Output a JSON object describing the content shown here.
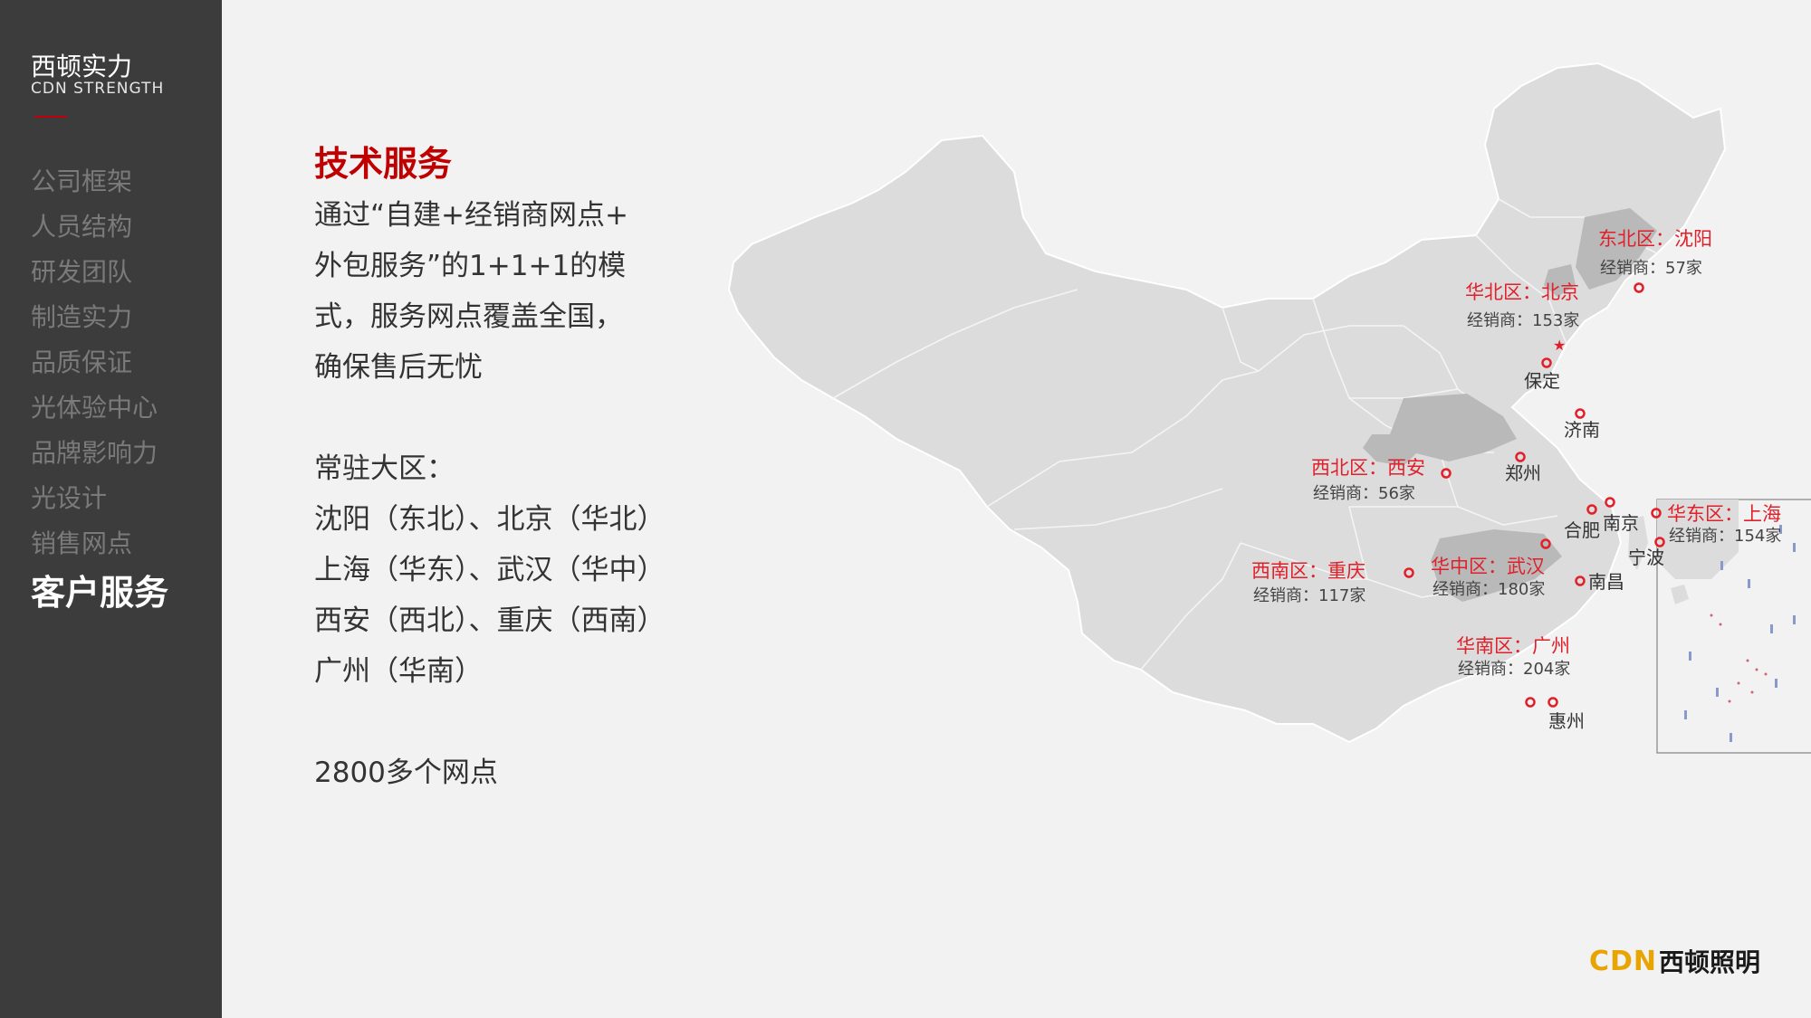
{
  "sidebar": {
    "title_cn": "西顿实力",
    "title_en": "CDN STRENGTH",
    "items": [
      {
        "label": "公司框架"
      },
      {
        "label": "人员结构"
      },
      {
        "label": "研发团队"
      },
      {
        "label": "制造实力"
      },
      {
        "label": "品质保证"
      },
      {
        "label": "光体验中心"
      },
      {
        "label": "品牌影响力"
      },
      {
        "label": "光设计"
      },
      {
        "label": "销售网点"
      },
      {
        "label": "客户服务"
      }
    ],
    "active_index": 9
  },
  "main": {
    "heading": "技术服务",
    "intro_lines": [
      "通过“自建+经销商网点+",
      "外包服务”的1+1+1的模",
      "式，服务网点覆盖全国，",
      "确保售后无忧"
    ],
    "regions_title": "常驻大区：",
    "region_lines": [
      "沈阳（东北）、北京（华北）",
      "上海（华东）、武汉（华中）",
      "西安（西北）、重庆（西南）",
      "广州（华南）"
    ],
    "total": "2800多个网点"
  },
  "map": {
    "regions": [
      {
        "title": "东北区：沈阳",
        "dealers": "经销商：57家"
      },
      {
        "title": "华北区：北京",
        "dealers": "经销商：153家"
      },
      {
        "title": "西北区：西安",
        "dealers": "经销商：56家"
      },
      {
        "title": "华东区：上海",
        "dealers": "经销商：154家"
      },
      {
        "title": "西南区：重庆",
        "dealers": "经销商：117家"
      },
      {
        "title": "华中区：武汉",
        "dealers": "经销商：180家"
      },
      {
        "title": "华南区：广州",
        "dealers": "经销商：204家"
      }
    ],
    "cities": [
      "保定",
      "济南",
      "郑州",
      "合肥",
      "南京",
      "宁波",
      "南昌",
      "惠州"
    ],
    "accent_color": "#e0202a"
  },
  "logo": {
    "cdn": "CDN",
    "cn": "西顿照明"
  }
}
